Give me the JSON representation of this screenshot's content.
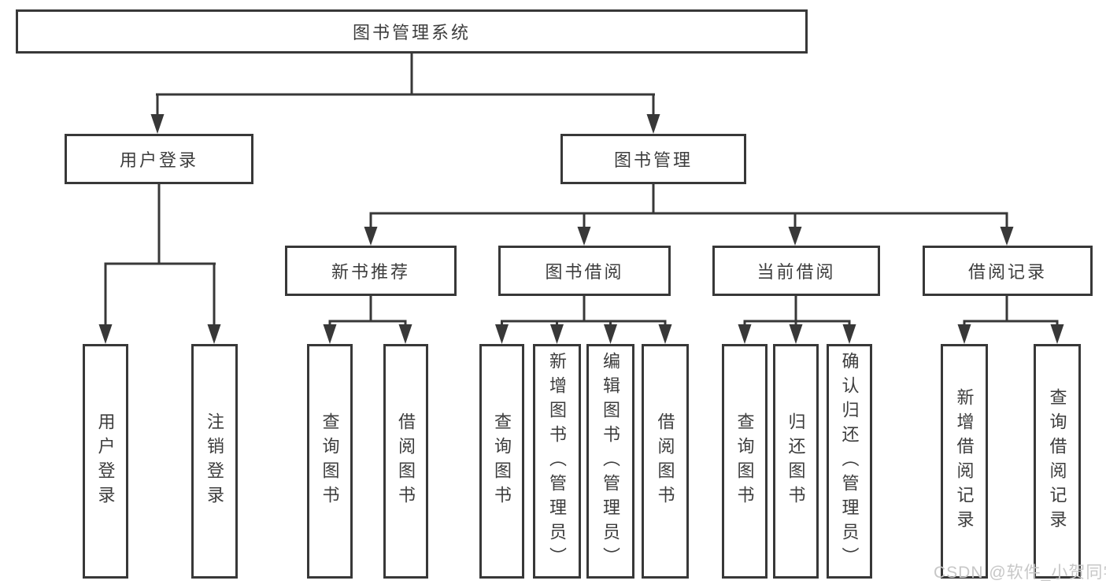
{
  "diagram_title": "图书管理系统",
  "nodes": {
    "root": {
      "label": "图书管理系统"
    },
    "userLogin": {
      "label": "用户登录"
    },
    "bookManagement": {
      "label": "图书管理"
    },
    "newBookRecommend": {
      "label": "新书推荐"
    },
    "bookBorrow": {
      "label": "图书借阅"
    },
    "currentBorrow": {
      "label": "当前借阅"
    },
    "borrowRecords": {
      "label": "借阅记录"
    },
    "leafUserLogin": {
      "label": "用户登录"
    },
    "leafLogout": {
      "label": "注销登录"
    },
    "leafNbrQuery": {
      "label": "查询图书"
    },
    "leafNbrBorrow": {
      "label": "借阅图书"
    },
    "leafBbQuery": {
      "label": "查询图书"
    },
    "leafBbAdd": {
      "label": "新增图书（管理员）"
    },
    "leafBbEdit": {
      "label": "编辑图书（管理员）"
    },
    "leafBbBorrow": {
      "label": "借阅图书"
    },
    "leafCbQuery": {
      "label": "查询图书"
    },
    "leafCbReturn": {
      "label": "归还图书"
    },
    "leafCbConfirm": {
      "label": "确认归还（管理员）"
    },
    "leafBrAdd": {
      "label": "新增借阅记录"
    },
    "leafBrQuery": {
      "label": "查询借阅记录"
    }
  },
  "tree": {
    "图书管理系统": {
      "用户登录": [
        "用户登录",
        "注销登录"
      ],
      "图书管理": {
        "新书推荐": [
          "查询图书",
          "借阅图书"
        ],
        "图书借阅": [
          "查询图书",
          "新增图书（管理员）",
          "编辑图书（管理员）",
          "借阅图书"
        ],
        "当前借阅": [
          "查询图书",
          "归还图书",
          "确认归还（管理员）"
        ],
        "借阅记录": [
          "新增借阅记录",
          "查询借阅记录"
        ]
      }
    }
  },
  "watermark": {
    "text": "CSDN @软件_小贺同学",
    "color": "#c7c7c7"
  },
  "colors": {
    "line": "#383838",
    "text": "#3d3d3d",
    "background": "#ffffff"
  }
}
